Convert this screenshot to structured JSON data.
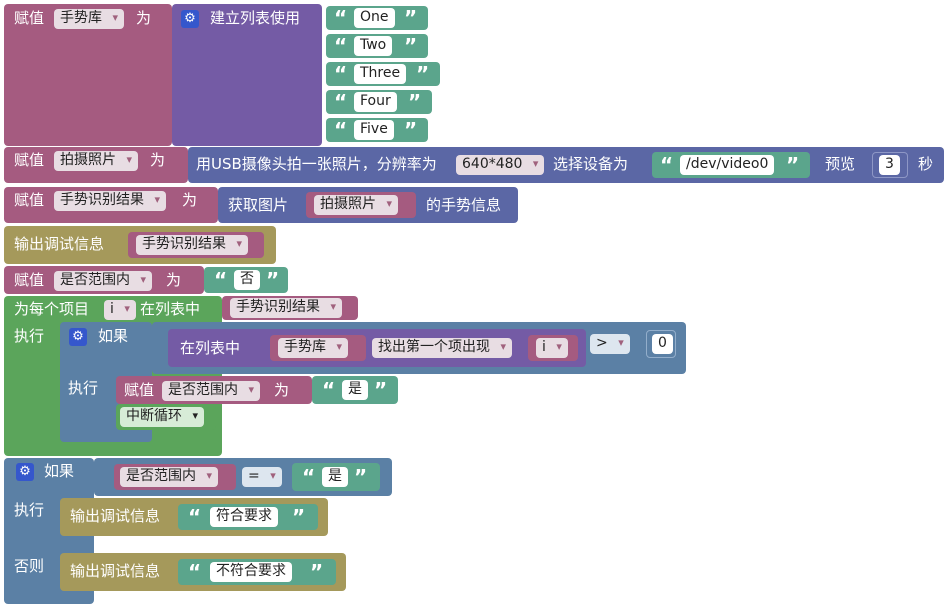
{
  "blocks": {
    "assign_label": "赋值",
    "to_label": "为",
    "var_gesture_lib": "手势库",
    "create_list_label": "建立列表使用",
    "list_items": [
      "One",
      "Two",
      "Three",
      "Four",
      "Five"
    ],
    "var_photo": "拍摄照片",
    "camera_prefix": "用USB摄像头拍一张照片，分辨率为",
    "resolution": "640*480",
    "device_label": "选择设备为",
    "device_path": "/dev/video0",
    "preview_label": "预览",
    "preview_seconds": "3",
    "seconds_label": "秒",
    "var_gesture_result": "手势识别结果",
    "get_image_label": "获取图片",
    "gesture_info_label": "的手势信息",
    "debug_output_label": "输出调试信息",
    "var_in_range": "是否范围内",
    "value_no": "否",
    "value_yes": "是",
    "foreach_label": "为每个项目",
    "loop_var": "i",
    "in_list_label": "在列表中",
    "do_label": "执行",
    "if_label": "如果",
    "find_first_label": "找出第一个项出现",
    "op_gt": ">",
    "zero": "0",
    "break_label": "中断循环",
    "op_eq": "=",
    "match_text": "符合要求",
    "else_label": "否则",
    "nomatch_text": "不符合要求"
  },
  "colors": {
    "variables": "#a55b80",
    "lists": "#745ba5",
    "text": "#5ba58c",
    "logic": "#5b80a5",
    "loops": "#5ba55b",
    "output": "#a5995b",
    "ai": "#5b67a5"
  },
  "icons": {
    "mutator": "gear-icon"
  }
}
